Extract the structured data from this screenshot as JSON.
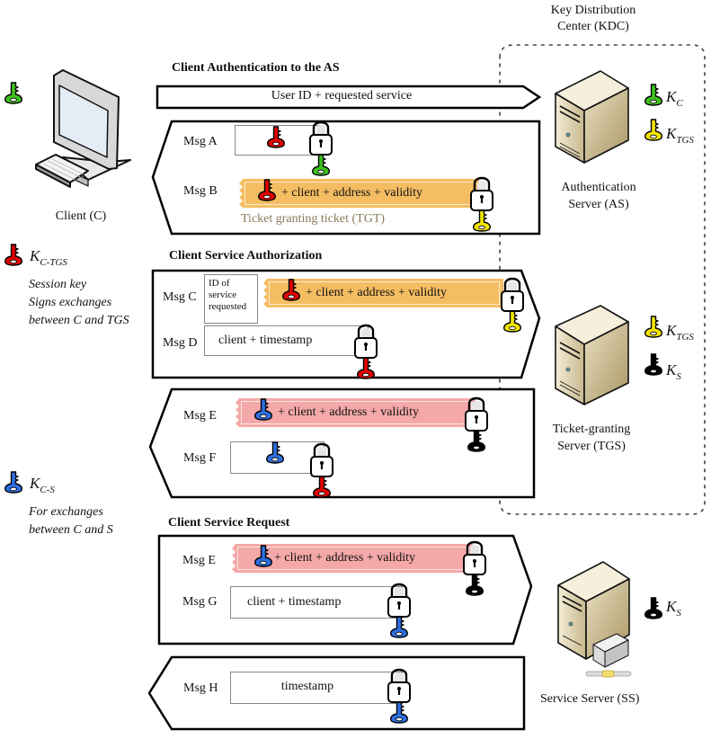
{
  "kdc": {
    "title_line1": "Key Distribution",
    "title_line2": "Center (KDC)"
  },
  "client": {
    "label": "Client (C)"
  },
  "servers": {
    "as": {
      "line1": "Authentication",
      "line2": "Server (AS)"
    },
    "tgs": {
      "line1": "Ticket-granting",
      "line2": "Server (TGS)"
    },
    "ss": {
      "line1": "Service Server (SS)"
    }
  },
  "keys": {
    "kc": {
      "main": "K",
      "sub": "C",
      "color": "#3ec21e"
    },
    "ktgs": {
      "main": "K",
      "sub": "TGS",
      "color": "#f2e600"
    },
    "ks": {
      "main": "K",
      "sub": "S",
      "color": "#000000"
    },
    "kctgs": {
      "main": "K",
      "sub": "C-TGS",
      "color": "#e00000"
    },
    "kcs": {
      "main": "K",
      "sub": "C-S",
      "color": "#2e6fe0"
    }
  },
  "legend": {
    "kctgs_desc": [
      "Session key",
      "Signs exchanges",
      "between C and TGS"
    ],
    "kcs_desc": [
      "For exchanges",
      "between C and S"
    ]
  },
  "sections": {
    "auth": {
      "title": "Client Authentication to the AS",
      "request": "User ID + requested service",
      "msg_a": "Msg A",
      "msg_b": "Msg B",
      "msg_b_content": "+ client + address + validity",
      "tgt_caption": "Ticket granting ticket (TGT)"
    },
    "authorization": {
      "title": "Client Service Authorization",
      "msg_c": "Msg C",
      "msg_c_id": [
        "ID of",
        "service",
        "requested"
      ],
      "msg_c_content": "+ client + address + validity",
      "msg_d": "Msg D",
      "msg_d_content": "client + timestamp",
      "msg_e": "Msg E",
      "msg_e_content": "+ client + address + validity",
      "msg_f": "Msg F"
    },
    "request": {
      "title": "Client Service Request",
      "msg_e": "Msg E",
      "msg_e_content": "+ client + address + validity",
      "msg_g": "Msg G",
      "msg_g_content": "client + timestamp",
      "msg_h": "Msg H",
      "msg_h_content": "timestamp"
    }
  },
  "colors": {
    "tgt_ticket": "#f5bd62",
    "service_ticket": "#f5a8a8"
  }
}
